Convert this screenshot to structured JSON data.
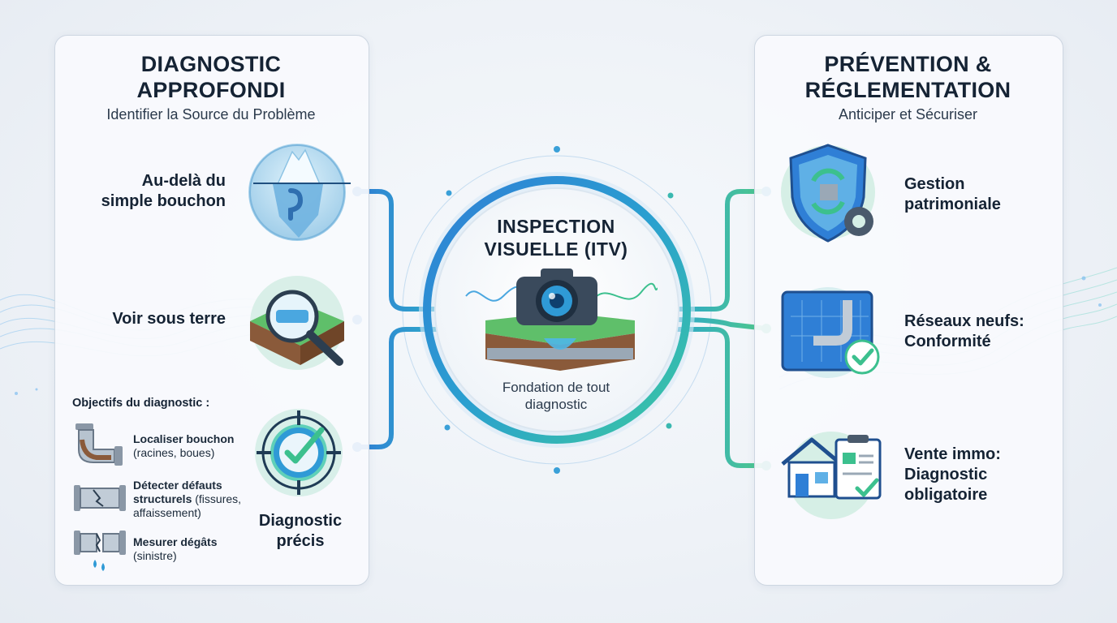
{
  "left_panel": {
    "title_line1": "DIAGNOSTIC",
    "title_line2": "APPROFONDI",
    "subtitle": "Identifier la Source du Problème",
    "items": [
      {
        "line1": "Au-delà du",
        "line2": "simple bouchon",
        "icon": "iceberg-pipe-icon"
      },
      {
        "line1": "Voir sous terre",
        "line2": "",
        "icon": "magnifier-soil-icon"
      },
      {
        "line1": "Diagnostic",
        "line2": "précis",
        "icon": "target-check-icon"
      }
    ],
    "objectives_title": "Objectifs du diagnostic :",
    "objectives": [
      {
        "bold": "Localiser bouchon",
        "rest": "(racines, boues)",
        "icon": "clogged-pipe-icon"
      },
      {
        "bold": "Détecter défauts structurels",
        "rest": "(fissures, affaissement)",
        "icon": "cracked-pipe-icon"
      },
      {
        "bold": "Mesurer dégâts",
        "rest": "(sinistre)",
        "icon": "leaking-pipe-icon"
      }
    ]
  },
  "center": {
    "title_line1": "INSPECTION",
    "title_line2": "VISUELLE (ITV)",
    "subtitle_line1": "Fondation de tout",
    "subtitle_line2": "diagnostic",
    "icon": "camera-pipe-icon"
  },
  "right_panel": {
    "title_line1": "PRÉVENTION &",
    "title_line2": "RÉGLEMENTATION",
    "subtitle": "Anticiper et Sécuriser",
    "items": [
      {
        "line1": "Gestion",
        "line2": "patrimoniale",
        "icon": "shield-gear-icon"
      },
      {
        "line1": "Réseaux neufs:",
        "line2": "Conformité",
        "icon": "blueprint-check-icon"
      },
      {
        "line1": "Vente immo:",
        "line2": "Diagnostic",
        "line3": "obligatoire",
        "icon": "house-clipboard-icon"
      }
    ]
  },
  "colors": {
    "primary_blue": "#2f7fd6",
    "teal": "#2bbfa8",
    "green": "#4fc98a",
    "text_dark": "#152334"
  }
}
